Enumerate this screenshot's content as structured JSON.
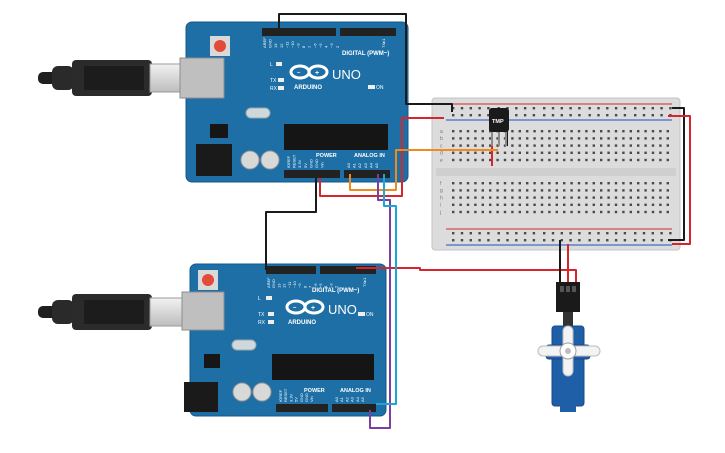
{
  "boards": [
    {
      "brand": "ARDUINO",
      "model": "UNO",
      "digital_label": "DIGITAL (PWM~)",
      "power_label": "POWER",
      "analog_label": "ANALOG IN",
      "on_label": "ON",
      "led_labels": [
        "L",
        "TX",
        "RX"
      ],
      "tx_label": "TX▸1",
      "rx_label": "RX◂0",
      "digital_pins": [
        "AREF",
        "GND",
        "13",
        "12",
        "~11",
        "~10",
        "~9",
        "8",
        "7",
        "~6",
        "~5",
        "4",
        "~3",
        "2"
      ],
      "power_pins": [
        "IOREF",
        "RESET",
        "3.3V",
        "5V",
        "GND",
        "GND",
        "Vin"
      ],
      "analog_pins": [
        "A0",
        "A1",
        "A2",
        "A3",
        "A4",
        "A5"
      ]
    },
    {
      "brand": "ARDUINO",
      "model": "UNO",
      "digital_label": "DIGITAL (PWM~)",
      "power_label": "POWER",
      "analog_label": "ANALOG IN",
      "on_label": "ON",
      "led_labels": [
        "L",
        "TX",
        "RX"
      ],
      "tx_label": "TX▸1",
      "rx_label": "RX◂0",
      "digital_pins": [
        "AREF",
        "GND",
        "13",
        "12",
        "~11",
        "~10",
        "~9",
        "8",
        "7",
        "~6",
        "~5",
        "4",
        "~3",
        "2"
      ],
      "power_pins": [
        "IOREF",
        "RESET",
        "3.3V",
        "5V",
        "GND",
        "GND",
        "Vin"
      ],
      "analog_pins": [
        "A0",
        "A1",
        "A2",
        "A3",
        "A4",
        "A5"
      ]
    }
  ],
  "breadboard": {
    "row_letters_top": [
      "a",
      "b",
      "c",
      "d",
      "e"
    ],
    "row_letters_bottom": [
      "f",
      "g",
      "h",
      "i",
      "j"
    ],
    "columns": 30
  },
  "sensor": {
    "label": "TMP"
  },
  "colors": {
    "board": "#1d6fa5",
    "wire_black": "#1a1a1a",
    "wire_red": "#d7262b",
    "wire_orange": "#f08a1c",
    "wire_purple": "#7b3ea3",
    "wire_cyan": "#1aa6d9",
    "servo_body": "#1f5fa8"
  }
}
